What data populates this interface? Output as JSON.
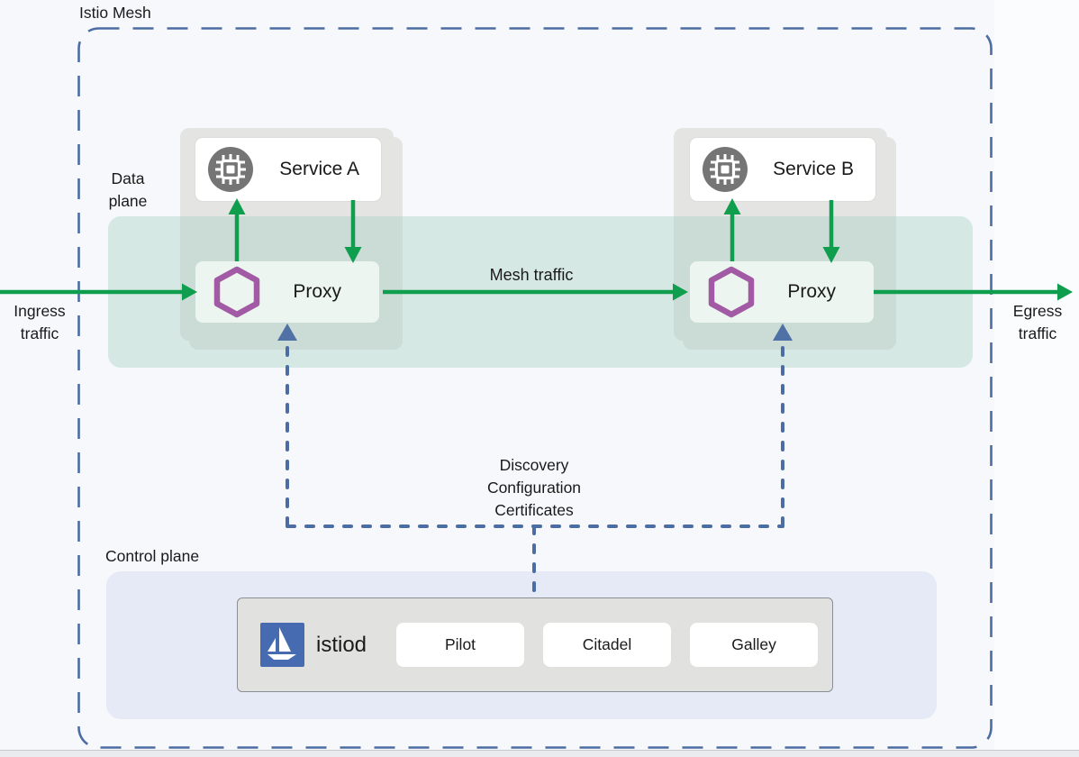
{
  "title": "Istio Mesh",
  "labels": {
    "data_plane": "Data plane",
    "control_plane": "Control plane",
    "ingress": "Ingress traffic",
    "egress": "Egress traffic",
    "mesh_traffic": "Mesh traffic"
  },
  "control_channel": [
    "Discovery",
    "Configuration",
    "Certificates"
  ],
  "services": [
    {
      "name": "Service A",
      "proxy_label": "Proxy"
    },
    {
      "name": "Service B",
      "proxy_label": "Proxy"
    }
  ],
  "istiod": {
    "name": "istiod",
    "components": [
      "Pilot",
      "Citadel",
      "Galley"
    ]
  },
  "icons": {
    "service": "cpu-chip-icon",
    "proxy": "envoy-hexagon-icon",
    "istiod": "istio-sail-icon"
  },
  "colors": {
    "green": "#0f9d4e",
    "blue": "#4c6da4",
    "purple": "#a25aa4",
    "mint_band": "rgba(163,206,193,0.38)",
    "group_gray": "#e4e4e2",
    "proxy_fill": "#ecf5f0",
    "control_plane_fill": "#e5eaf6",
    "istiod_fill": "#e1e1df",
    "istio_logo_blue": "#466bb0",
    "service_icon_gray": "#757575"
  }
}
